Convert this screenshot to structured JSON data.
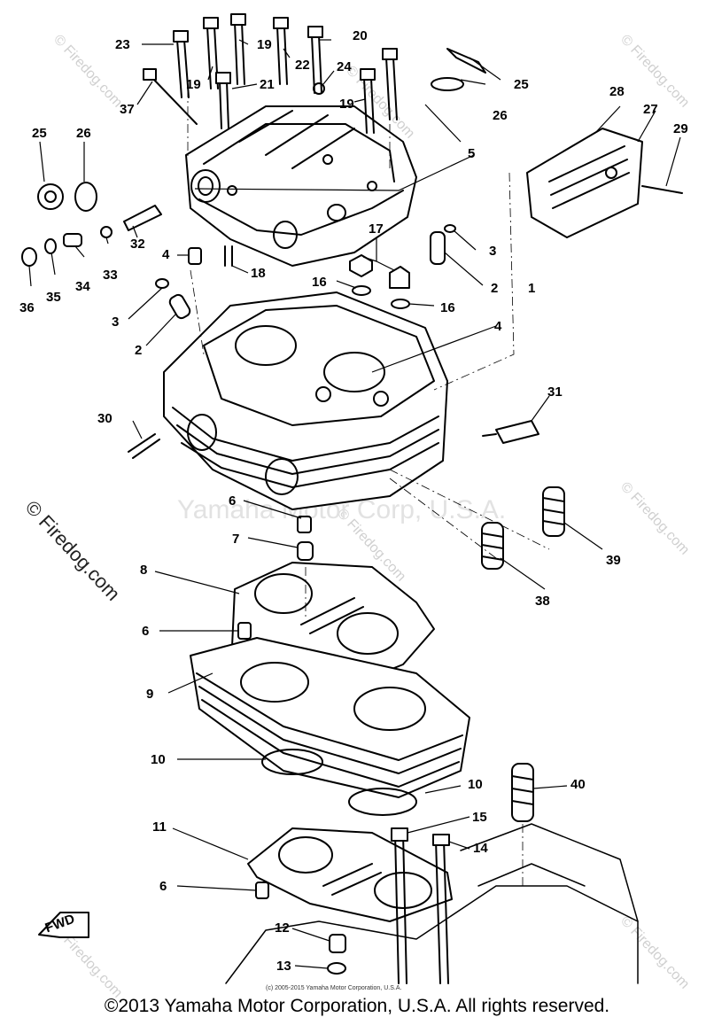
{
  "footer": {
    "copyright": "©2013 Yamaha Motor Corporation, U.S.A. All rights reserved."
  },
  "watermarks": {
    "site": "© Firedog.com",
    "company": "Yamaha Motor Corp, U.S.A.",
    "small_print": "(c) 2005-2015 Yamaha Motor Corporation, U.S.A."
  },
  "fwd_label": "FWD",
  "callouts": [
    "1",
    "2",
    "3",
    "4",
    "5",
    "6",
    "7",
    "8",
    "9",
    "10",
    "11",
    "12",
    "13",
    "14",
    "15",
    "16",
    "17",
    "18",
    "19",
    "20",
    "21",
    "22",
    "23",
    "24",
    "25",
    "26",
    "27",
    "28",
    "29",
    "30",
    "31",
    "32",
    "33",
    "34",
    "35",
    "36",
    "37",
    "38",
    "39",
    "40"
  ]
}
